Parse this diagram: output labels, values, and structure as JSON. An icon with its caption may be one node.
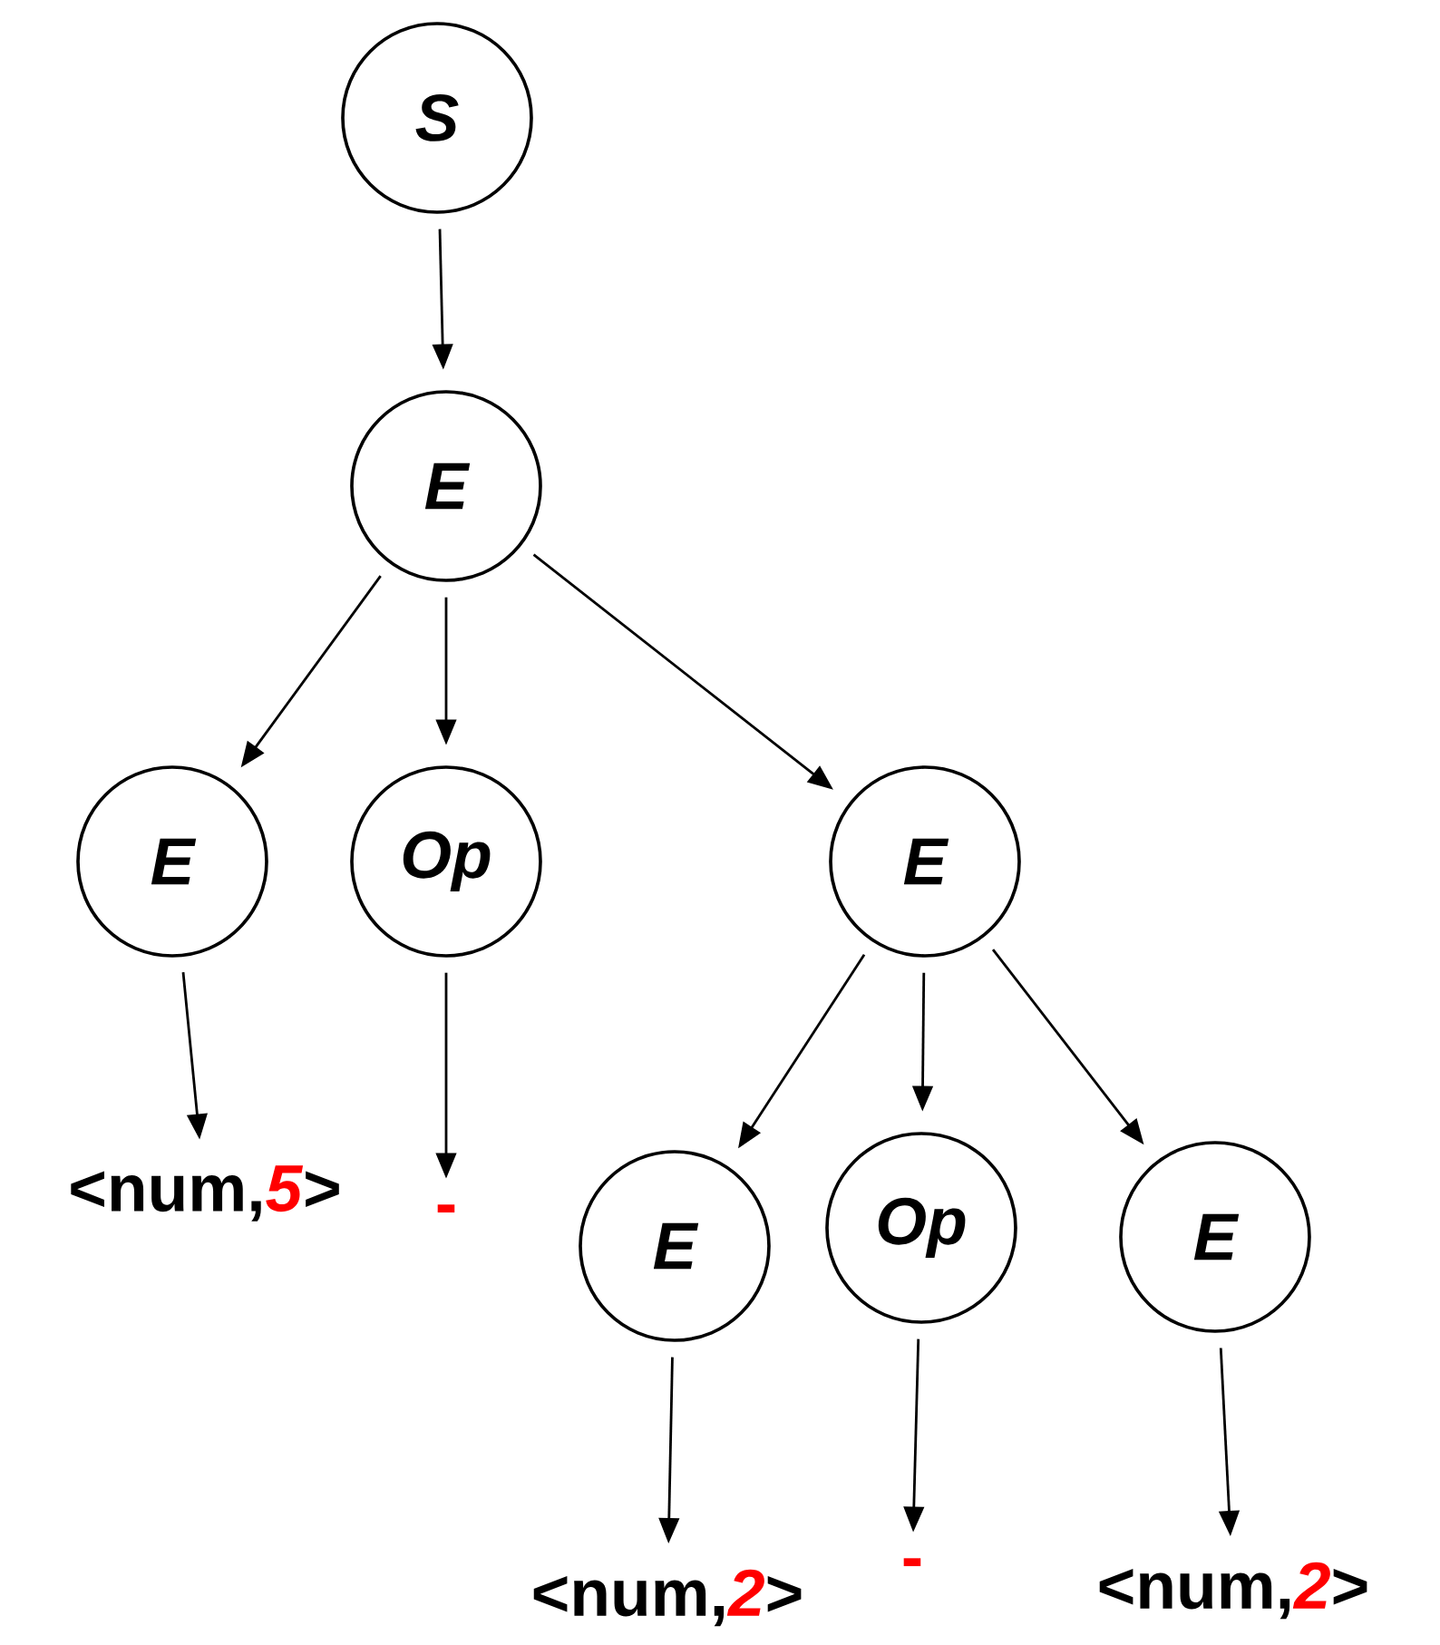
{
  "diagram": {
    "nodes": [
      {
        "text": [
          "S"
        ]
      },
      {
        "text": [
          "E"
        ]
      },
      {
        "text": [
          "E"
        ]
      },
      {
        "text": [
          "Op"
        ]
      },
      {
        "text": [
          "E"
        ]
      },
      {
        "text": [
          "<num,*5*>"
        ]
      },
      {
        "text": [
          "-"
        ]
      },
      {
        "text": [
          "E"
        ]
      },
      {
        "text": [
          "Op"
        ]
      },
      {
        "text": [
          "E"
        ]
      },
      {
        "text": [
          "<num,*2*>"
        ]
      },
      {
        "text": [
          "-"
        ]
      },
      {
        "text": [
          "<num,*2*>"
        ]
      }
    ],
    "edges": [
      {
        "from": 0,
        "to": 1,
        "arrow": "to"
      },
      {
        "from": 1,
        "to": 2,
        "arrow": "to"
      },
      {
        "from": 1,
        "to": 3,
        "arrow": "to"
      },
      {
        "from": 1,
        "to": 4,
        "arrow": "to"
      },
      {
        "from": 2,
        "to": 5,
        "arrow": "to"
      },
      {
        "from": 3,
        "to": 6,
        "arrow": "to"
      },
      {
        "from": 4,
        "to": 7,
        "arrow": "to"
      },
      {
        "from": 4,
        "to": 8,
        "arrow": "to"
      },
      {
        "from": 4,
        "to": 9,
        "arrow": "to"
      },
      {
        "from": 7,
        "to": 10,
        "arrow": "to"
      },
      {
        "from": 8,
        "to": 11,
        "arrow": "to"
      },
      {
        "from": 9,
        "to": 12,
        "arrow": "to"
      }
    ]
  }
}
